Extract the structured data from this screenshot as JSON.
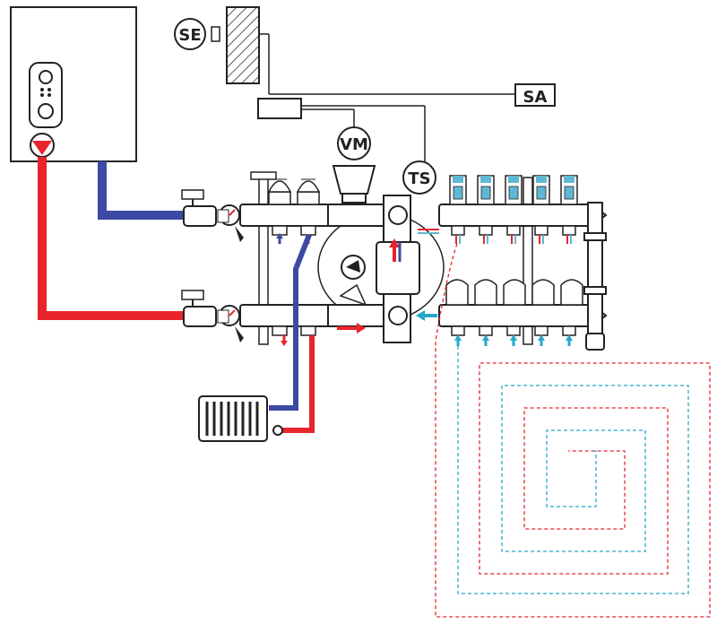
{
  "labels": {
    "se": "SE",
    "sa": "SA",
    "vm": "VM",
    "ts": "TS"
  },
  "colors": {
    "supply": "#e8242d",
    "return": "#3c4aa3",
    "loop_supply": "#e8242d",
    "loop_return": "#26a9c9",
    "outline": "#222222",
    "actuator_head": "#5fb8d4"
  },
  "icons": {
    "boiler_pump": "pump-triangle-icon",
    "valve": "ball-valve-icon",
    "gauge": "gauge-icon",
    "radiator": "radiator-icon"
  }
}
